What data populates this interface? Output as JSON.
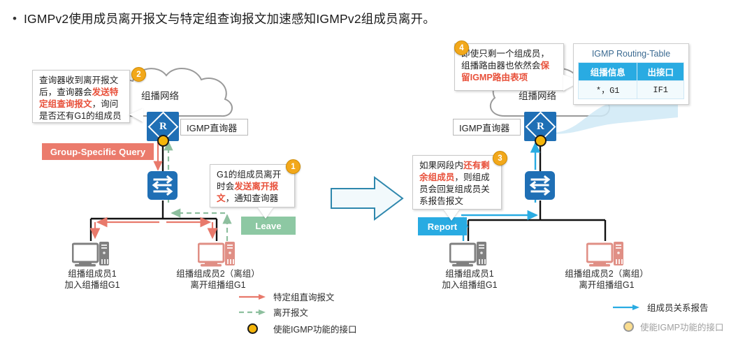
{
  "title": {
    "bullet": "•",
    "text": "IGMPv2使用成员离开报文与特定组查询报文加速感知IGMPv2组成员离开。"
  },
  "left_scene": {
    "cloud_label": "组播网络",
    "router_glyph": "R",
    "router_label": "IGMP直询器",
    "tag_query": "Group-Specific Query",
    "tag_leave": "Leave",
    "pc1_line1": "组播组成员1",
    "pc1_line2": "加入组播组G1",
    "pc2_line1": "组播组成员2（离组）",
    "pc2_line2": "离开组播组G1",
    "callout2": {
      "badge": "2",
      "seg1": "查询器收到离开报文后，查询器会",
      "hl": "发送特定组查询报文",
      "seg2": "，询问是否还有G1的组成员"
    },
    "callout1": {
      "badge": "1",
      "seg1": "G1的组成员离开时会",
      "hl": "发送离开报文",
      "seg2": "，通知查询器"
    }
  },
  "right_scene": {
    "cloud_label": "组播网络",
    "router_glyph": "R",
    "router_label": "IGMP直询器",
    "tag_report": "Report",
    "pc1_line1": "组播组成员1",
    "pc1_line2": "加入组播组G1",
    "pc2_line1": "组播组成员2（离组）",
    "pc2_line2": "离开组播组G1",
    "callout4": {
      "badge": "4",
      "seg1": "即使只剩一个组成员，组播路由器也依然会",
      "hl": "保留IGMP路由表项"
    },
    "callout3": {
      "badge": "3",
      "seg1": "如果网段内",
      "hl": "还有剩余组成员",
      "seg2": "，则组成员会回复组成员关系报告报文"
    },
    "routing_table": {
      "title": "IGMP Routing-Table",
      "headers": [
        "组播信息",
        "出接口"
      ],
      "rows": [
        [
          "*，G1",
          "IF1"
        ]
      ]
    }
  },
  "legend_left": [
    {
      "glyph": "solid-arrow-red",
      "label": "特定组直询报文"
    },
    {
      "glyph": "dashed-arrow-green",
      "label": "离开报文"
    },
    {
      "glyph": "orange-dot",
      "label": "使能IGMP功能的接口"
    }
  ],
  "legend_right": [
    {
      "glyph": "solid-arrow-blue",
      "label": "组成员关系报告"
    },
    {
      "glyph": "orange-dot",
      "label": "使能IGMP功能的接口"
    }
  ],
  "colors": {
    "device_blue": "#1f6fb5",
    "accent_red": "#eb7b6c",
    "accent_green": "#8dc8a3",
    "accent_blue": "#29abe2",
    "badge_orange": "#f2a81b",
    "interface_dot": "#f5b50a",
    "highlight_text": "#e8503a"
  }
}
